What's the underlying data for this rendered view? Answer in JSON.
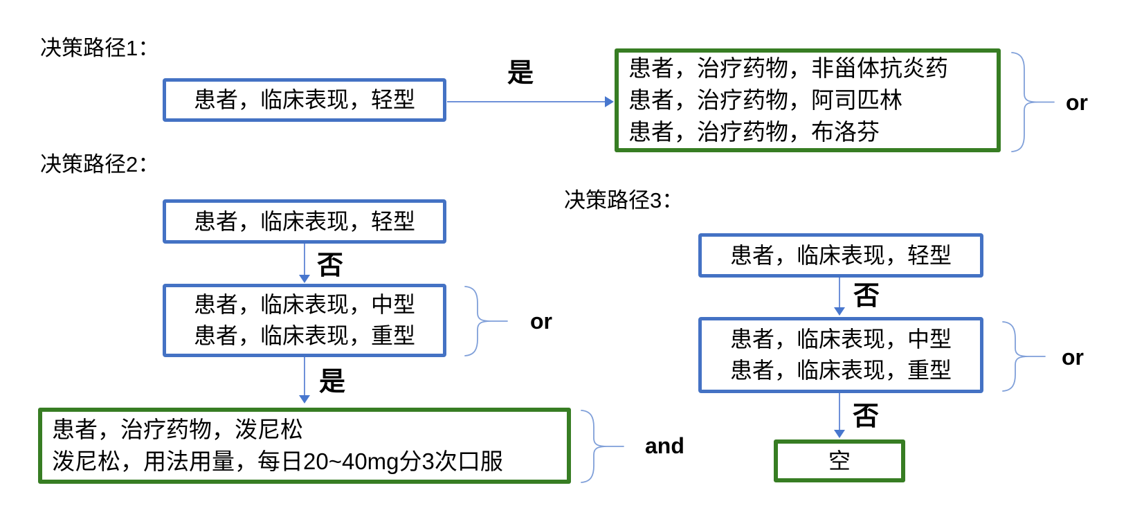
{
  "colors": {
    "condition_box_border": "#4472C4",
    "result_box_border": "#377D23",
    "arrow_line": "#6E90D8",
    "arrow_head": "#4877CE",
    "brace": "#7F9FD9",
    "text": "#000000",
    "background": "#ffffff"
  },
  "diagram": {
    "path1": {
      "title": "决策路径1：",
      "condition_box": "患者，临床表现，轻型",
      "arrow_label": "是",
      "result_box_lines": [
        "患者，治疗药物，非甾体抗炎药",
        "患者，治疗药物，阿司匹林",
        "患者，治疗药物，布洛芬"
      ],
      "brace_label": "or"
    },
    "path2": {
      "title": "决策路径2：",
      "condition_box": "患者，临床表现，轻型",
      "arrow1_label": "否",
      "middle_box_lines": [
        "患者，临床表现，中型",
        "患者，临床表现，重型"
      ],
      "middle_brace_label": "or",
      "arrow2_label": "是",
      "result_box_lines": [
        "患者，治疗药物，泼尼松",
        "泼尼松，用法用量，每日20~40mg分3次口服"
      ],
      "result_brace_label": "and"
    },
    "path3": {
      "title": "决策路径3：",
      "condition_box": "患者，临床表现，轻型",
      "arrow1_label": "否",
      "middle_box_lines": [
        "患者，临床表现，中型",
        "患者，临床表现，重型"
      ],
      "middle_brace_label": "or",
      "arrow2_label": "否",
      "result_box": "空"
    }
  }
}
